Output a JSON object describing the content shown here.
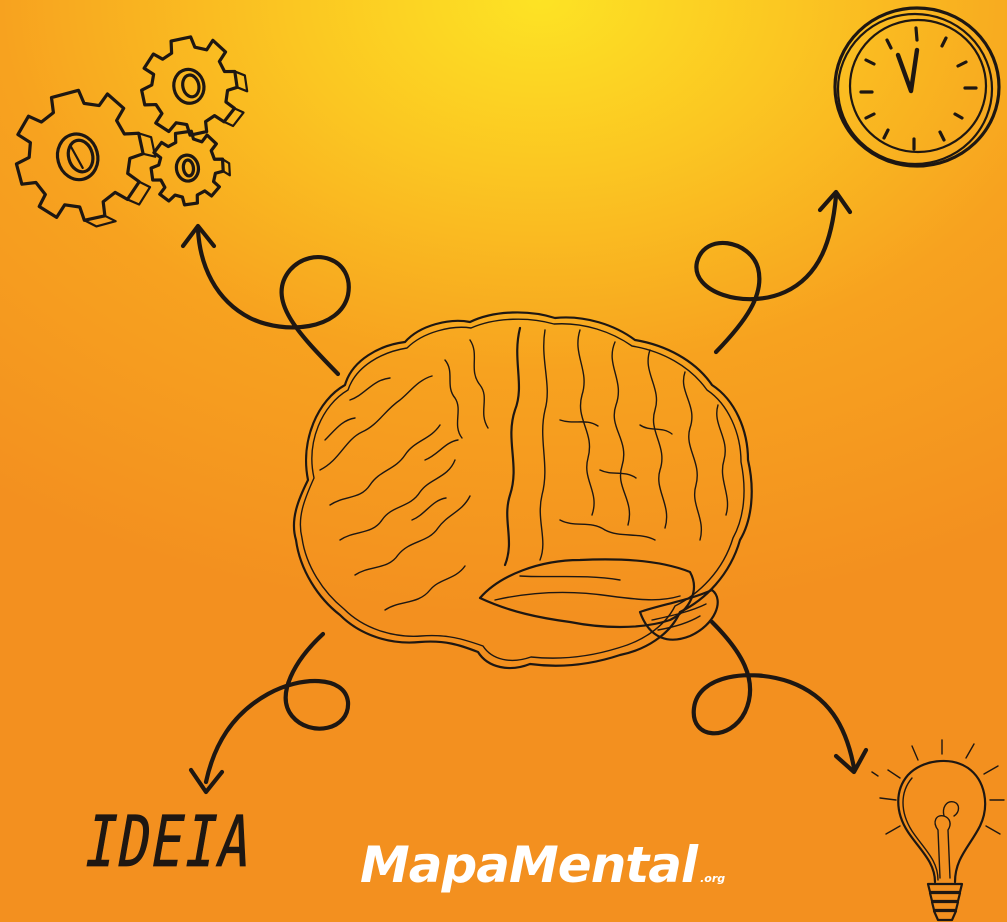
{
  "logo": {
    "name": "MapaMental",
    "tld": ".org"
  },
  "idea_label": "IDEIA",
  "colors": {
    "background_top": "#fde324",
    "background_bottom": "#f3901f",
    "ink": "#1e1712",
    "logo_text": "#ffffff"
  },
  "icons": [
    "gears-icon",
    "clock-icon",
    "brain-icon",
    "lightbulb-icon"
  ]
}
